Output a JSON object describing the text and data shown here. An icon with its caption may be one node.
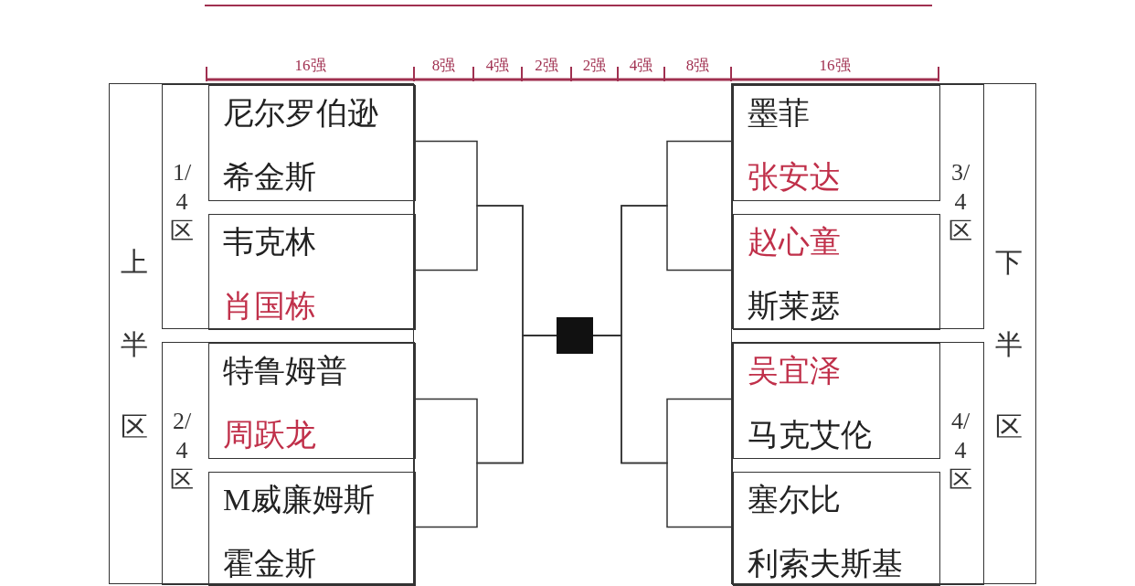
{
  "diagram": {
    "nodes": [
      {
        "text": [
          "上半区"
        ]
      },
      {
        "text": [
          "1/4区"
        ],
        "in": 0
      },
      {
        "text": [
          "尼尔罗伯逊",
          "希金斯"
        ],
        "in": 1
      },
      {
        "text": [
          "韦克林",
          "肖国栋"
        ],
        "in": 1
      },
      {
        "text": [
          "2/4区"
        ],
        "in": 0
      },
      {
        "text": [
          "特鲁姆普",
          "周跃龙"
        ],
        "in": 4
      },
      {
        "text": [
          "M威廉姆斯",
          "霍金斯"
        ],
        "in": 4
      },
      {
        "text": [
          "下半区"
        ]
      },
      {
        "text": [
          "3/4区"
        ],
        "in": 7
      },
      {
        "text": [
          "墨菲",
          "张安达"
        ],
        "in": 8
      },
      {
        "text": [
          "赵心童",
          "斯莱瑟"
        ],
        "in": 8
      },
      {
        "text": [
          "4/4区"
        ],
        "in": 7
      },
      {
        "text": [
          "吴宜泽",
          "马克艾伦"
        ],
        "in": 11
      },
      {
        "text": [
          "塞尔比",
          "利索夫斯基"
        ],
        "in": 11
      },
      {
        "text": [],
        "shape": "box"
      }
    ],
    "edges": [
      {
        "from": 2,
        "to": 14,
        "arrow": "none"
      },
      {
        "from": 3,
        "to": 14,
        "arrow": "none"
      },
      {
        "from": 5,
        "to": 14,
        "arrow": "none"
      },
      {
        "from": 6,
        "to": 14,
        "arrow": "none"
      },
      {
        "from": 9,
        "to": 14,
        "arrow": "none"
      },
      {
        "from": 10,
        "to": 14,
        "arrow": "none"
      },
      {
        "from": 12,
        "to": 14,
        "arrow": "none"
      },
      {
        "from": 13,
        "to": 14,
        "arrow": "none"
      }
    ],
    "labels": [
      "16强",
      "8强",
      "4强",
      "2强",
      "2强",
      "4强",
      "8强",
      "16强"
    ]
  }
}
